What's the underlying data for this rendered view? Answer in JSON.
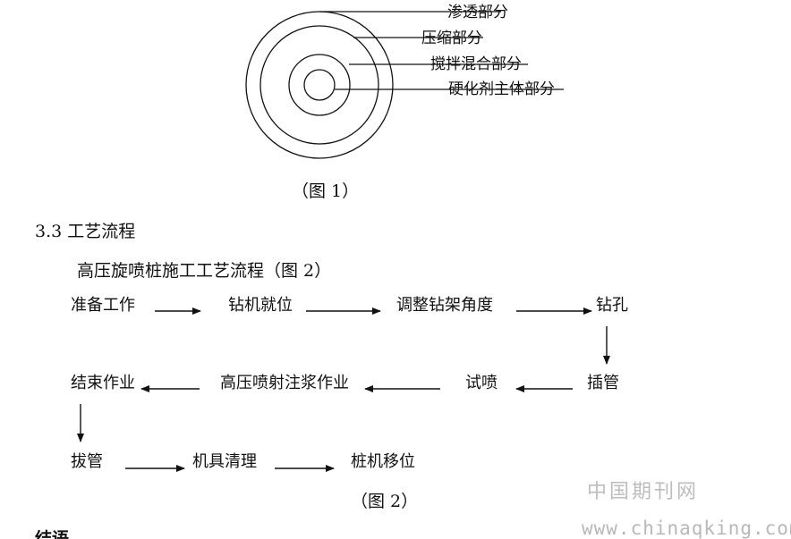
{
  "figure1": {
    "labels": [
      "渗透部分",
      "压缩部分",
      "搅拌混合部分",
      "硬化剂主体部分"
    ],
    "caption": "（图 1）"
  },
  "section": {
    "heading": "3.3 工艺流程",
    "subheading": "高压旋喷桩施工工艺流程（图 2）"
  },
  "flow": {
    "row1": [
      "准备工作",
      "钻机就位",
      "调整钻架角度",
      "钻孔"
    ],
    "row2": [
      "结束作业",
      "高压喷射注浆作业",
      "试喷",
      "插管"
    ],
    "row3": [
      "拔管",
      "机具清理",
      "桩机移位"
    ],
    "caption": "（图 2）"
  },
  "footer": {
    "partial_heading": "结语"
  },
  "watermark": {
    "name": "中国期刊网",
    "url": "www.chinaqking.com"
  }
}
